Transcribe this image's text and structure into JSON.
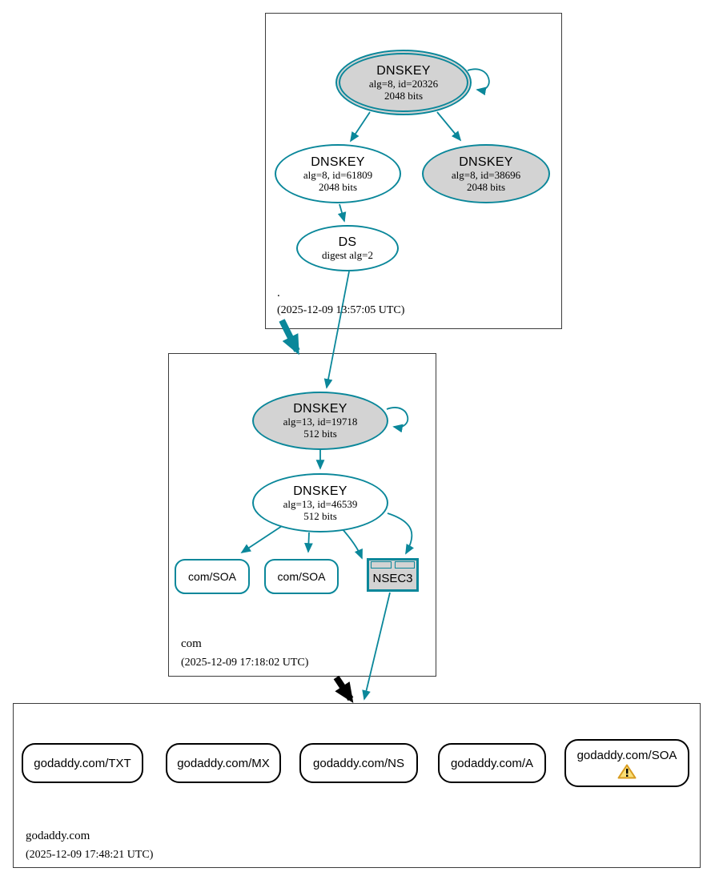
{
  "colors": {
    "secure": "#0a879a",
    "insecure": "#000000",
    "node_fill": "#d3d3d3",
    "warning_fill": "#f9df76",
    "warning_border": "#d89c20"
  },
  "zones": {
    "root": {
      "label": ".",
      "timestamp": "(2025-12-09 13:57:05 UTC)",
      "nodes": {
        "ksk": {
          "title": "DNSKEY",
          "line1": "alg=8, id=20326",
          "line2": "2048 bits"
        },
        "zsk": {
          "title": "DNSKEY",
          "line1": "alg=8, id=61809",
          "line2": "2048 bits"
        },
        "key3": {
          "title": "DNSKEY",
          "line1": "alg=8, id=38696",
          "line2": "2048 bits"
        },
        "ds": {
          "title": "DS",
          "line1": "digest alg=2"
        }
      }
    },
    "com": {
      "label": "com",
      "timestamp": "(2025-12-09 17:18:02 UTC)",
      "nodes": {
        "ksk": {
          "title": "DNSKEY",
          "line1": "alg=13, id=19718",
          "line2": "512 bits"
        },
        "zsk": {
          "title": "DNSKEY",
          "line1": "alg=13, id=46539",
          "line2": "512 bits"
        },
        "soa1": {
          "label": "com/SOA"
        },
        "soa2": {
          "label": "com/SOA"
        },
        "nsec3": {
          "label": "NSEC3"
        }
      }
    },
    "godaddy": {
      "label": "godaddy.com",
      "timestamp": "(2025-12-09 17:48:21 UTC)",
      "nodes": {
        "txt": {
          "label": "godaddy.com/TXT"
        },
        "mx": {
          "label": "godaddy.com/MX"
        },
        "ns": {
          "label": "godaddy.com/NS"
        },
        "a": {
          "label": "godaddy.com/A"
        },
        "soa": {
          "label": "godaddy.com/SOA"
        }
      }
    }
  }
}
